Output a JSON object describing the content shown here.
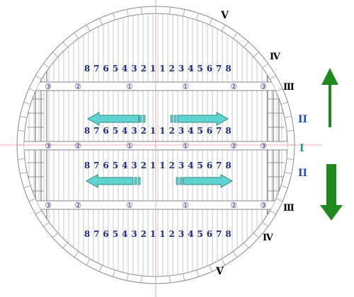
{
  "diagram": {
    "zone_labels": {
      "top": "V",
      "upper_right_1": "Ⅳ",
      "upper_right_2": "Ⅲ",
      "upper_mid": "II",
      "center": "I",
      "lower_mid": "II",
      "lower_right_2": "Ⅲ",
      "lower_right_1": "Ⅳ",
      "bottom": "V"
    },
    "column_numbers": [
      "8",
      "7",
      "6",
      "5",
      "4",
      "3",
      "2",
      "1",
      "1",
      "2",
      "3",
      "4",
      "5",
      "6",
      "7",
      "8"
    ],
    "beam_markers": [
      "③",
      "②",
      "①",
      "①",
      "②",
      "③"
    ],
    "colors": {
      "number_color": "#1a2a8c",
      "beam_marker_color": "#1a2a8c",
      "zone_label_color": "#000000",
      "zone_II_color": "#1f4fbf",
      "zone_I_color": "#1aa085",
      "arrow_cyan": "#5fd3d0",
      "arrow_cyan_edge": "#2a8f8c",
      "arrow_green": "#1e8a1e",
      "axis_red": "#f09090",
      "grid_gray": "#8a8a8a"
    }
  }
}
